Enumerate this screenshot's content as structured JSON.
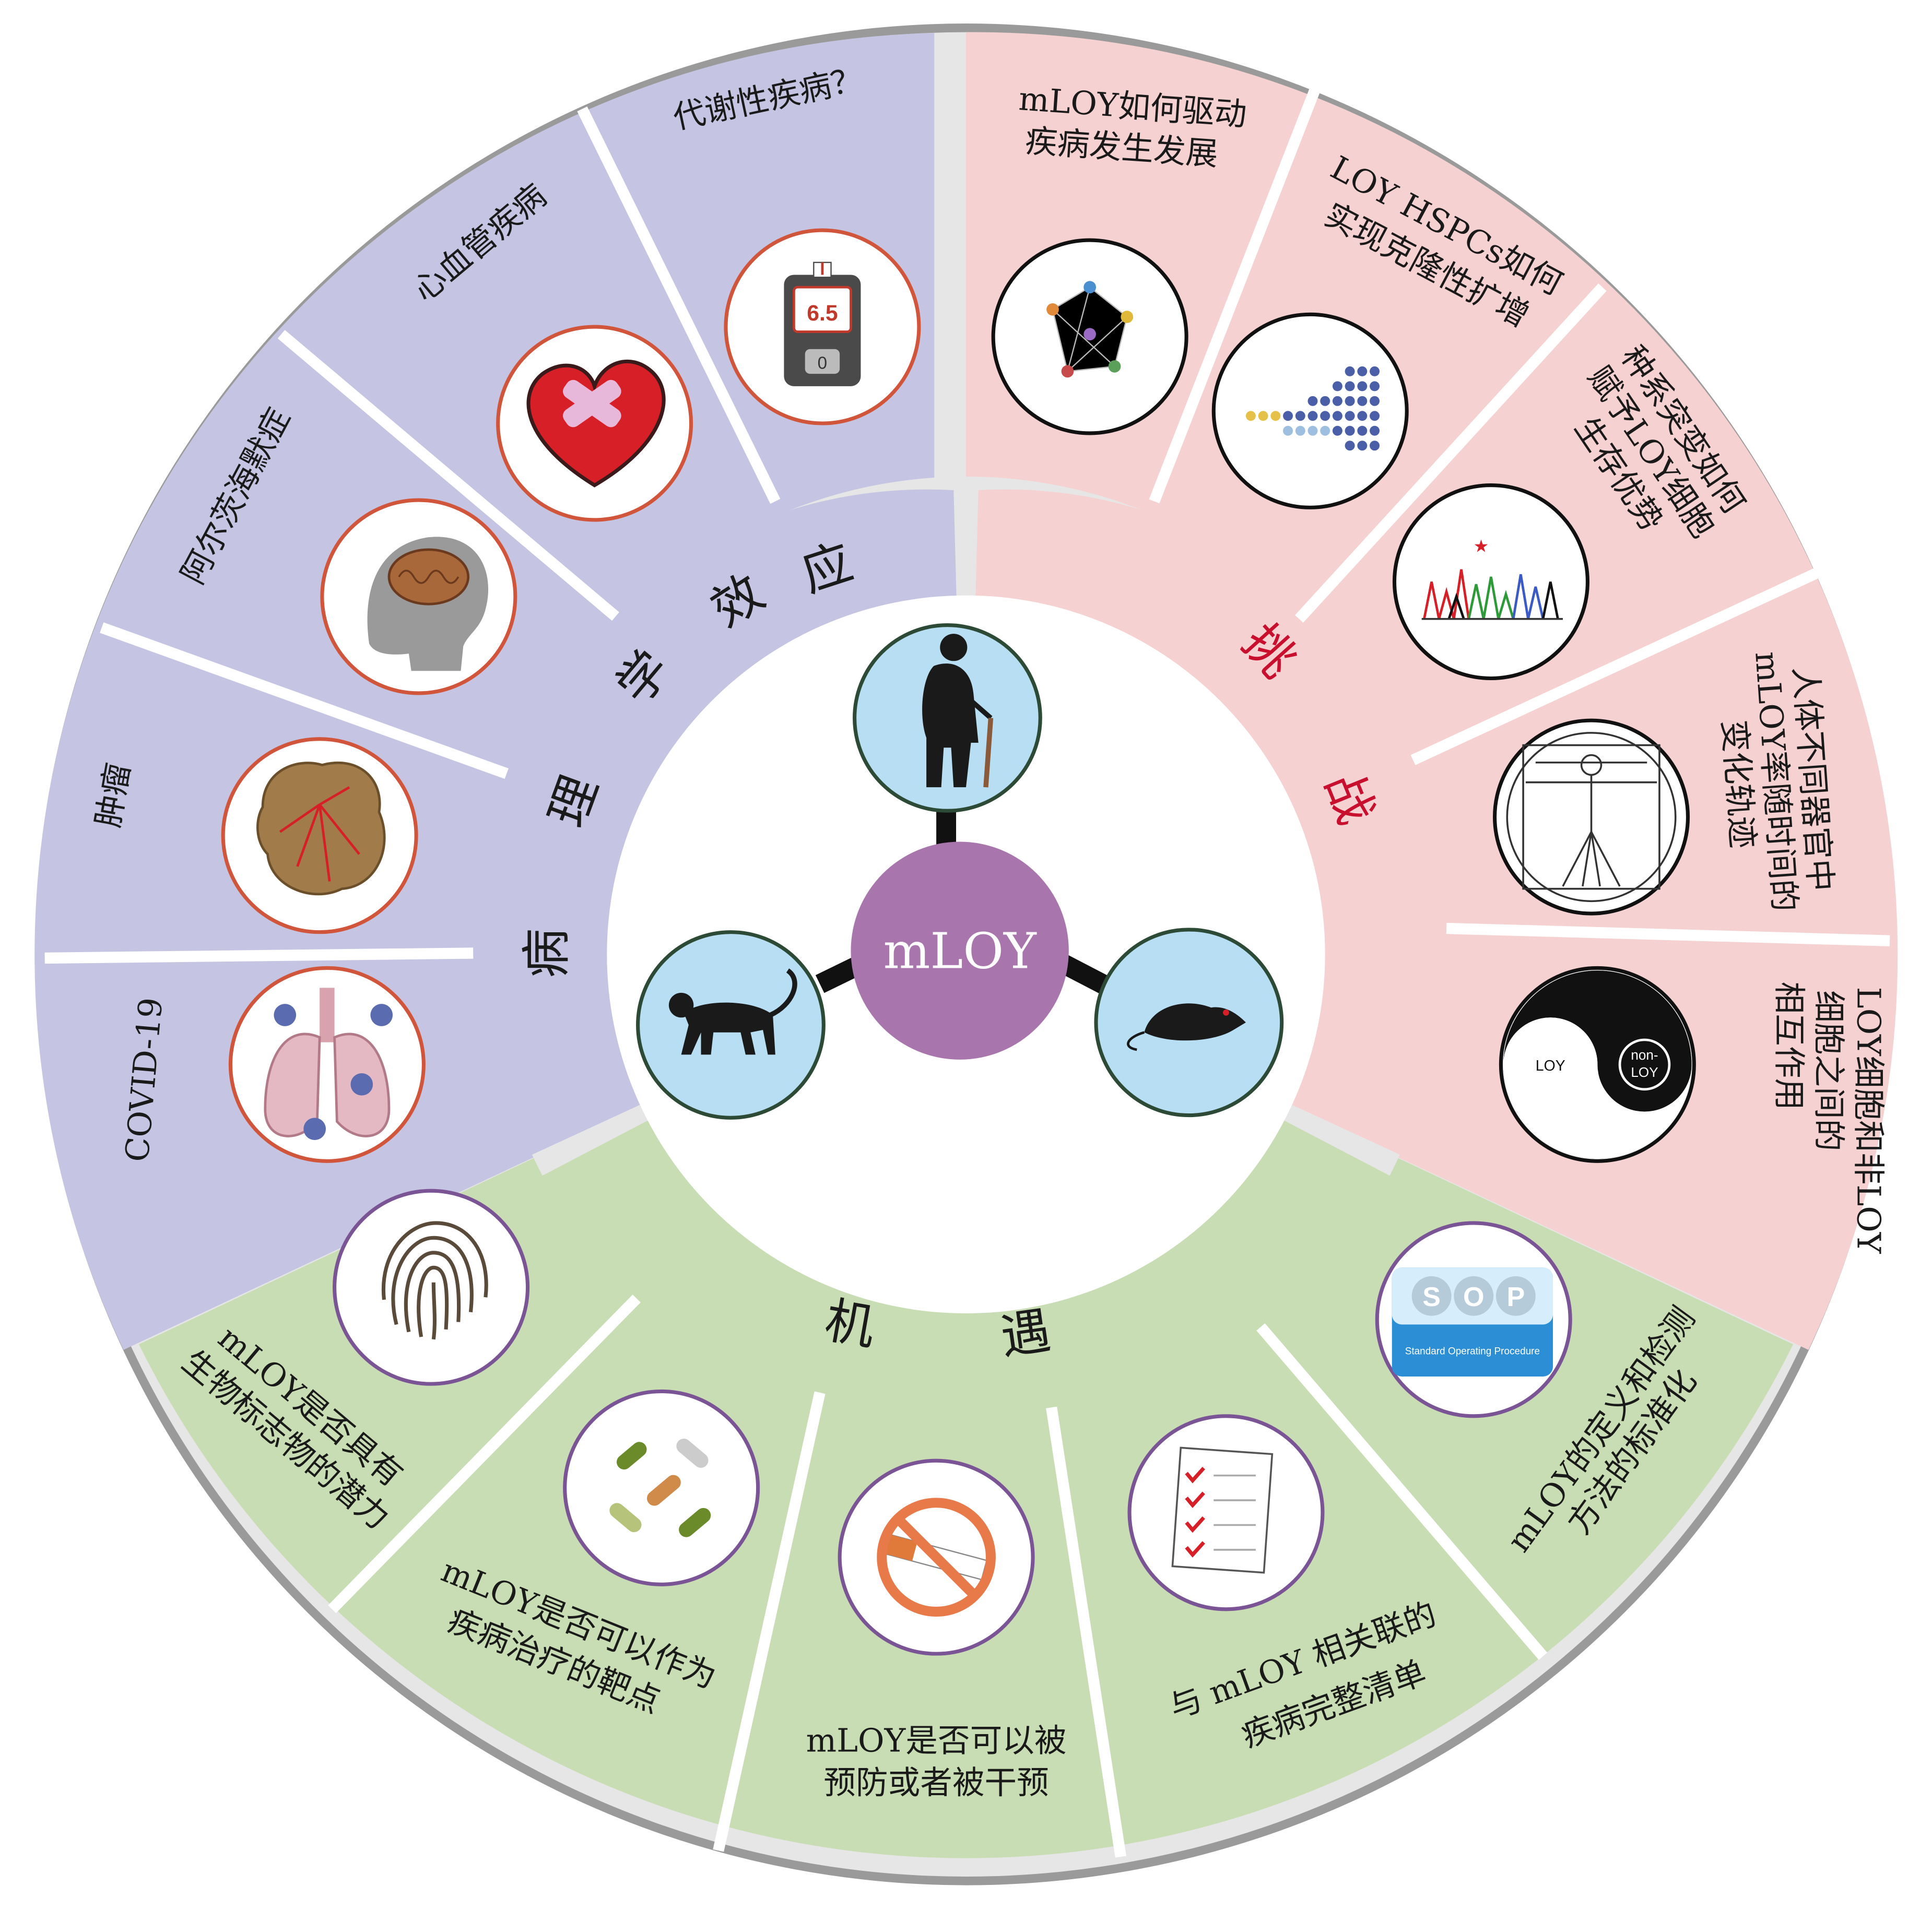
{
  "center": {
    "label": "mLOY"
  },
  "rings": {
    "pathology": {
      "title_chars": [
        "病",
        "理",
        "学",
        "效",
        "应"
      ]
    },
    "challenges": {
      "title_chars": [
        "挑",
        "战"
      ]
    },
    "opportunities": {
      "title_chars": [
        "机",
        "遇"
      ]
    }
  },
  "pathology_items": [
    {
      "label": "代谢性疾病？",
      "icon": "glucose-meter-icon",
      "reading": "6.5"
    },
    {
      "label": "心血管疾病",
      "icon": "bandaged-heart-icon"
    },
    {
      "label": "阿尔茨海默症",
      "icon": "brain-head-icon"
    },
    {
      "label": "肿瘤",
      "icon": "tumor-icon"
    },
    {
      "label": "COVID-19",
      "icon": "lungs-virus-icon"
    }
  ],
  "challenge_items": [
    {
      "label": [
        "mLOY如何驱动",
        "疾病发生发展"
      ],
      "icon": "network-icon"
    },
    {
      "label": [
        "LOY HSPCs如何",
        "实现克隆性扩增"
      ],
      "icon": "clonal-expansion-icon"
    },
    {
      "label": [
        "种系突变如何",
        "赋予LOY细胞",
        "生存优势"
      ],
      "icon": "sequencing-trace-icon"
    },
    {
      "label": [
        "人体不同器官中",
        "mLOY率随时间的",
        "变化轨迹"
      ],
      "icon": "vitruvian-man-icon"
    },
    {
      "label": [
        "LOY细胞和非LOY",
        "细胞之间的",
        "相互作用"
      ],
      "icon": "yin-yang-icon",
      "icon_text": [
        "LOY",
        "non-",
        "LOY"
      ]
    }
  ],
  "opportunity_items": [
    {
      "label": [
        "mLOY是否具有",
        "生物标志物的潜力"
      ],
      "icon": "fingerprint-icon"
    },
    {
      "label": [
        "mLOY是否可以作为",
        "疾病治疗的靶点"
      ],
      "icon": "capsules-icon"
    },
    {
      "label": [
        "mLOY是否可以被",
        "预防或者被干预"
      ],
      "icon": "no-smoking-icon"
    },
    {
      "label": [
        "与 mLOY 相关联的",
        "疾病完整清单"
      ],
      "icon": "checklist-icon"
    },
    {
      "label": [
        "mLOY的定义和检测",
        "方法的标准化"
      ],
      "icon": "sop-icon",
      "icon_text": {
        "letters": [
          "S",
          "O",
          "P"
        ],
        "caption": "Standard Operating Procedure"
      }
    }
  ],
  "models": [
    {
      "icon": "elderly-person-icon"
    },
    {
      "icon": "monkey-icon"
    },
    {
      "icon": "mouse-icon"
    }
  ],
  "colors": {
    "pathology": "#c5c5e3",
    "challenges": "#f6d1d1",
    "opportunities": "#c9ddb4",
    "outer_ring": "#9a9a9a",
    "separator": "#e6e6e6",
    "center": "#a975ad",
    "model_fill": "#b7def2",
    "model_ring": "#2d4a36",
    "pathology_icon_ring": "#d0553a",
    "challenge_icon_ring": "#111111",
    "opportunity_icon_ring": "#7a5495",
    "challenge_title": "#c8102e"
  }
}
